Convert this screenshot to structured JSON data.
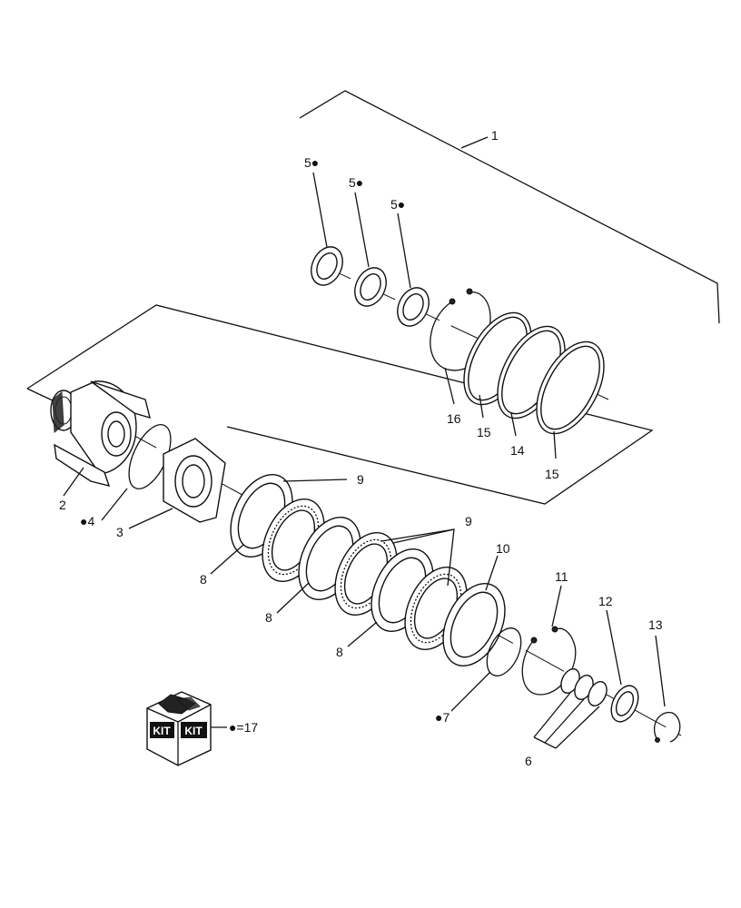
{
  "diagram": {
    "labels": {
      "l1": "1",
      "l2": "2",
      "l3": "3",
      "l4": "●4",
      "l5a": "5●",
      "l5b": "5●",
      "l5c": "5●",
      "l6": "6",
      "l7": "●7",
      "l8a": "8",
      "l8b": "8",
      "l8c": "8",
      "l9a": "9",
      "l9b": "9",
      "l10": "10",
      "l11": "11",
      "l12": "12",
      "l13": "13",
      "l14": "14",
      "l15a": "15",
      "l15b": "15",
      "l16": "16"
    },
    "kit": {
      "text_left": "KIT",
      "text_right": "KIT",
      "legend": "●=17"
    }
  }
}
